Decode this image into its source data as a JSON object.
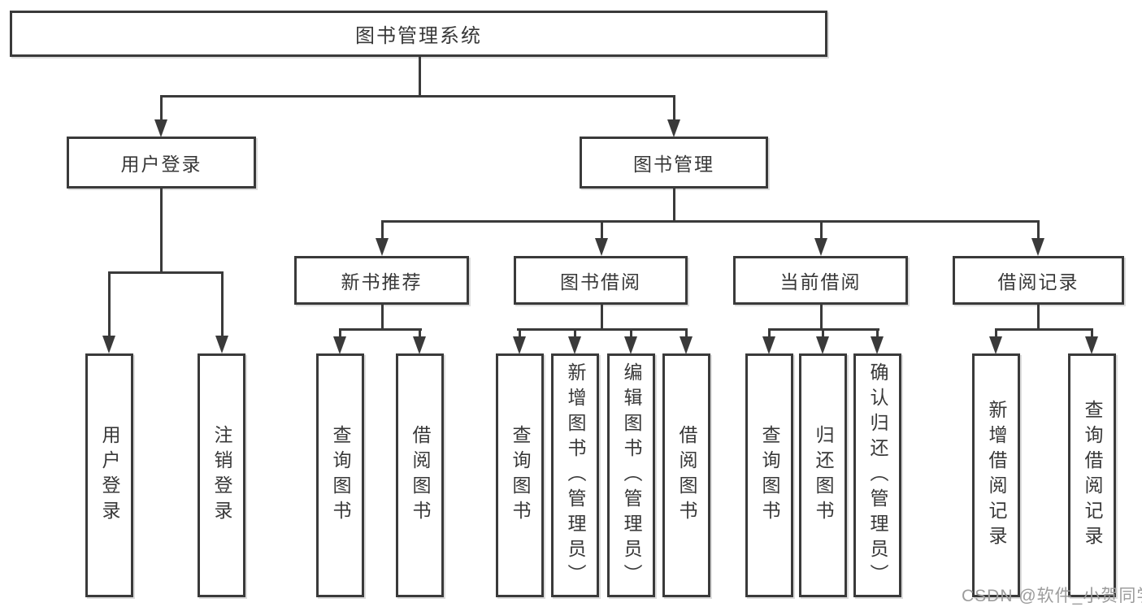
{
  "diagram": {
    "root": "图书管理系统",
    "l2": [
      "用户登录",
      "图书管理"
    ],
    "l3": [
      "新书推荐",
      "图书借阅",
      "当前借阅",
      "借阅记录"
    ],
    "leaves": {
      "login": [
        "用户登录",
        "注销登录"
      ],
      "recommend": [
        "查询图书",
        "借阅图书"
      ],
      "borrow": [
        "查询图书",
        "新增图书（管理员）",
        "编辑图书（管理员）",
        "借阅图书"
      ],
      "current": [
        "查询图书",
        "归还图书",
        "确认归还（管理员）"
      ],
      "records": [
        "新增借阅记录",
        "查询借阅记录"
      ]
    }
  },
  "watermark": "CSDN @软件_小贺同学",
  "colors": {
    "line": "#3a3a3a",
    "text": "#383838",
    "background": "#ffffff",
    "watermark": "#9c9c9c"
  }
}
